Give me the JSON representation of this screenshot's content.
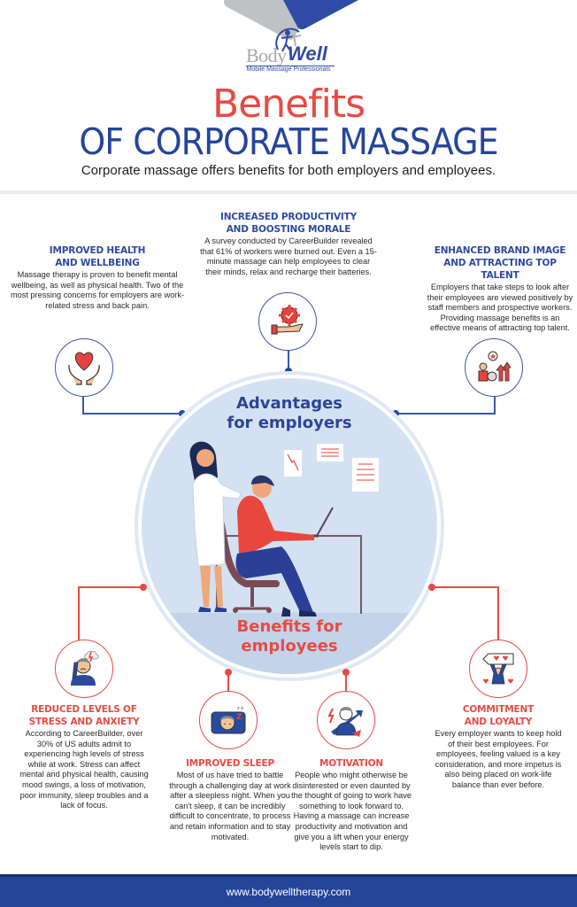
{
  "logo": {
    "brand_first": "Body",
    "brand_second": "Well",
    "tagline": "Mobile Massage Professionals"
  },
  "header": {
    "title_line1": "Benefits",
    "title_line2": "OF CORPORATE MASSAGE",
    "subtitle": "Corporate massage offers benefits  for both employers and employees."
  },
  "center": {
    "employers_label_line1": "Advantages",
    "employers_label_line2": "for employers",
    "employees_label_line1": "Benefits for",
    "employees_label_line2": "employees"
  },
  "employer_benefits": [
    {
      "icon": "heart-in-hands-icon",
      "title_line1": "IMPROVED HEALTH",
      "title_line2": "AND WELLBEING",
      "body": "Massage therapy is proven to benefit mental wellbeing, as well as physical health. Two of the most pressing concerns for employers are work-related stress and back pain."
    },
    {
      "icon": "gear-in-hand-icon",
      "title_line1": "INCREASED PRODUCTIVITY",
      "title_line2": "AND BOOSTING MORALE",
      "body": "A survey conducted by CareerBuilder revealed that 61% of workers were burned out. Even a 15-minute massage can help employees to clear their minds, relax and recharge their batteries."
    },
    {
      "icon": "talent-growth-icon",
      "title_line1": "ENHANCED BRAND IMAGE",
      "title_line2": "AND ATTRACTING TOP TALENT",
      "body": "Employers that take steps to look after their employees are viewed positively by staff members and prospective workers. Providing massage benefits is an effective means of attracting top talent."
    }
  ],
  "employee_benefits": [
    {
      "icon": "stressed-person-icon",
      "title_line1": "REDUCED LEVELS OF",
      "title_line2": "STRESS AND ANXIETY",
      "body": "According to CareerBuilder, over 30% of US adults admit to experiencing high levels of stress while at work. Stress can affect mental and physical health, causing mood swings, a loss of motivation, poor immunity, sleep troubles and a lack of focus."
    },
    {
      "icon": "sleeping-person-icon",
      "title_line1": "IMPROVED SLEEP",
      "title_line2": "",
      "body": "Most of us have tried to battle through a challenging day at work after a sleepless night. When you can't sleep, it can be incredibly difficult to concentrate, to process and retain information and to stay motivated."
    },
    {
      "icon": "motivated-person-icon",
      "title_line1": "MOTIVATION",
      "title_line2": "",
      "body": "People who might otherwise be disinterested or even daunted by the thought of going to work have something to look forward to. Having a massage can increase productivity and motivation and give you a lift when your energy levels start to dip."
    },
    {
      "icon": "loyalty-sign-icon",
      "title_line1": "COMMITMENT",
      "title_line2": "AND LOYALTY",
      "body": "Every employer wants to keep hold of their best employees. For employees, feeling valued is a key consideration, and more impetus is also being placed on work-life balance than ever before."
    }
  ],
  "footer": {
    "url": "www.bodywelltherapy.com"
  },
  "colors": {
    "brand_blue": "#26449a",
    "accent_red": "#e84a43",
    "circle_bg": "#d3e1f3"
  }
}
